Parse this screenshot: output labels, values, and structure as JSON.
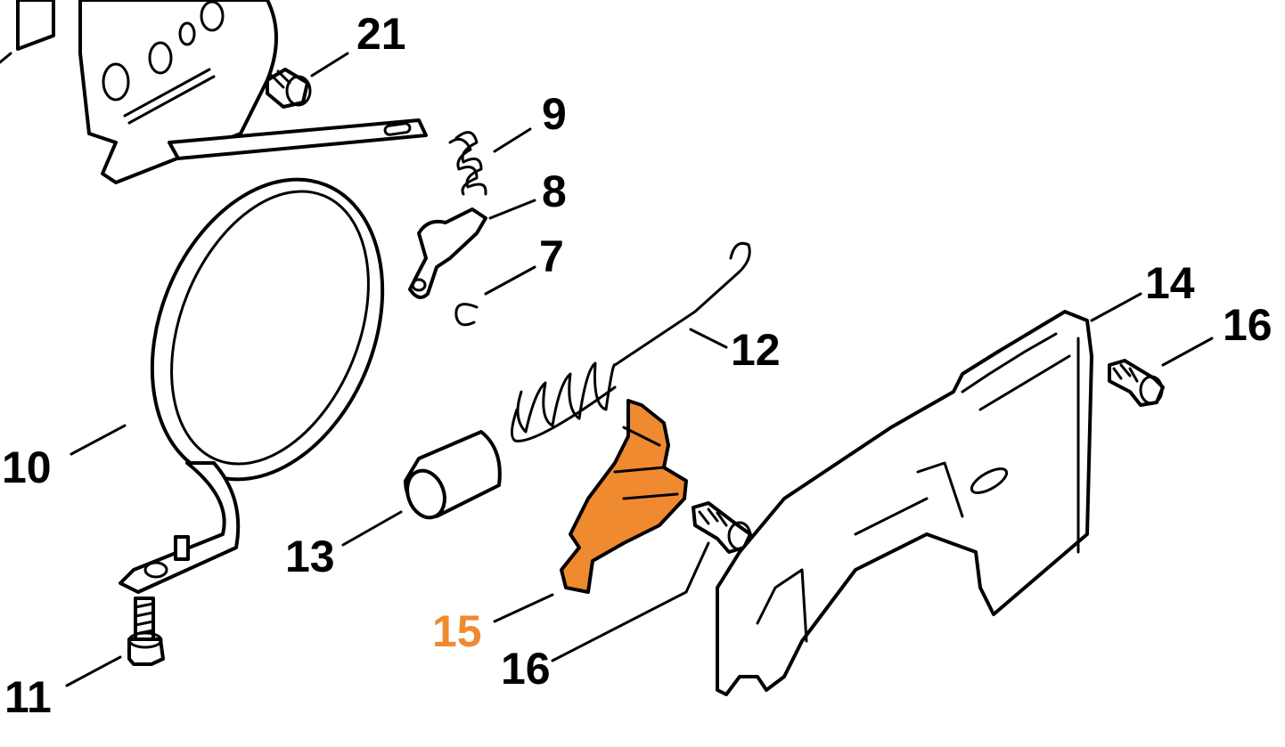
{
  "diagram": {
    "highlight_color": "#f08a30",
    "line_color": "#000000",
    "background": "#ffffff",
    "highlighted_part": "15",
    "callouts": [
      {
        "id": "21",
        "text": "21",
        "highlighted": false
      },
      {
        "id": "9",
        "text": "9",
        "highlighted": false
      },
      {
        "id": "8",
        "text": "8",
        "highlighted": false
      },
      {
        "id": "7",
        "text": "7",
        "highlighted": false
      },
      {
        "id": "12",
        "text": "12",
        "highlighted": false
      },
      {
        "id": "14",
        "text": "14",
        "highlighted": false
      },
      {
        "id": "16a",
        "text": "16",
        "highlighted": false
      },
      {
        "id": "10",
        "text": "10",
        "highlighted": false
      },
      {
        "id": "13",
        "text": "13",
        "highlighted": false
      },
      {
        "id": "15",
        "text": "15",
        "highlighted": true
      },
      {
        "id": "16b",
        "text": "16",
        "highlighted": false
      },
      {
        "id": "11",
        "text": "11",
        "highlighted": false
      }
    ]
  }
}
